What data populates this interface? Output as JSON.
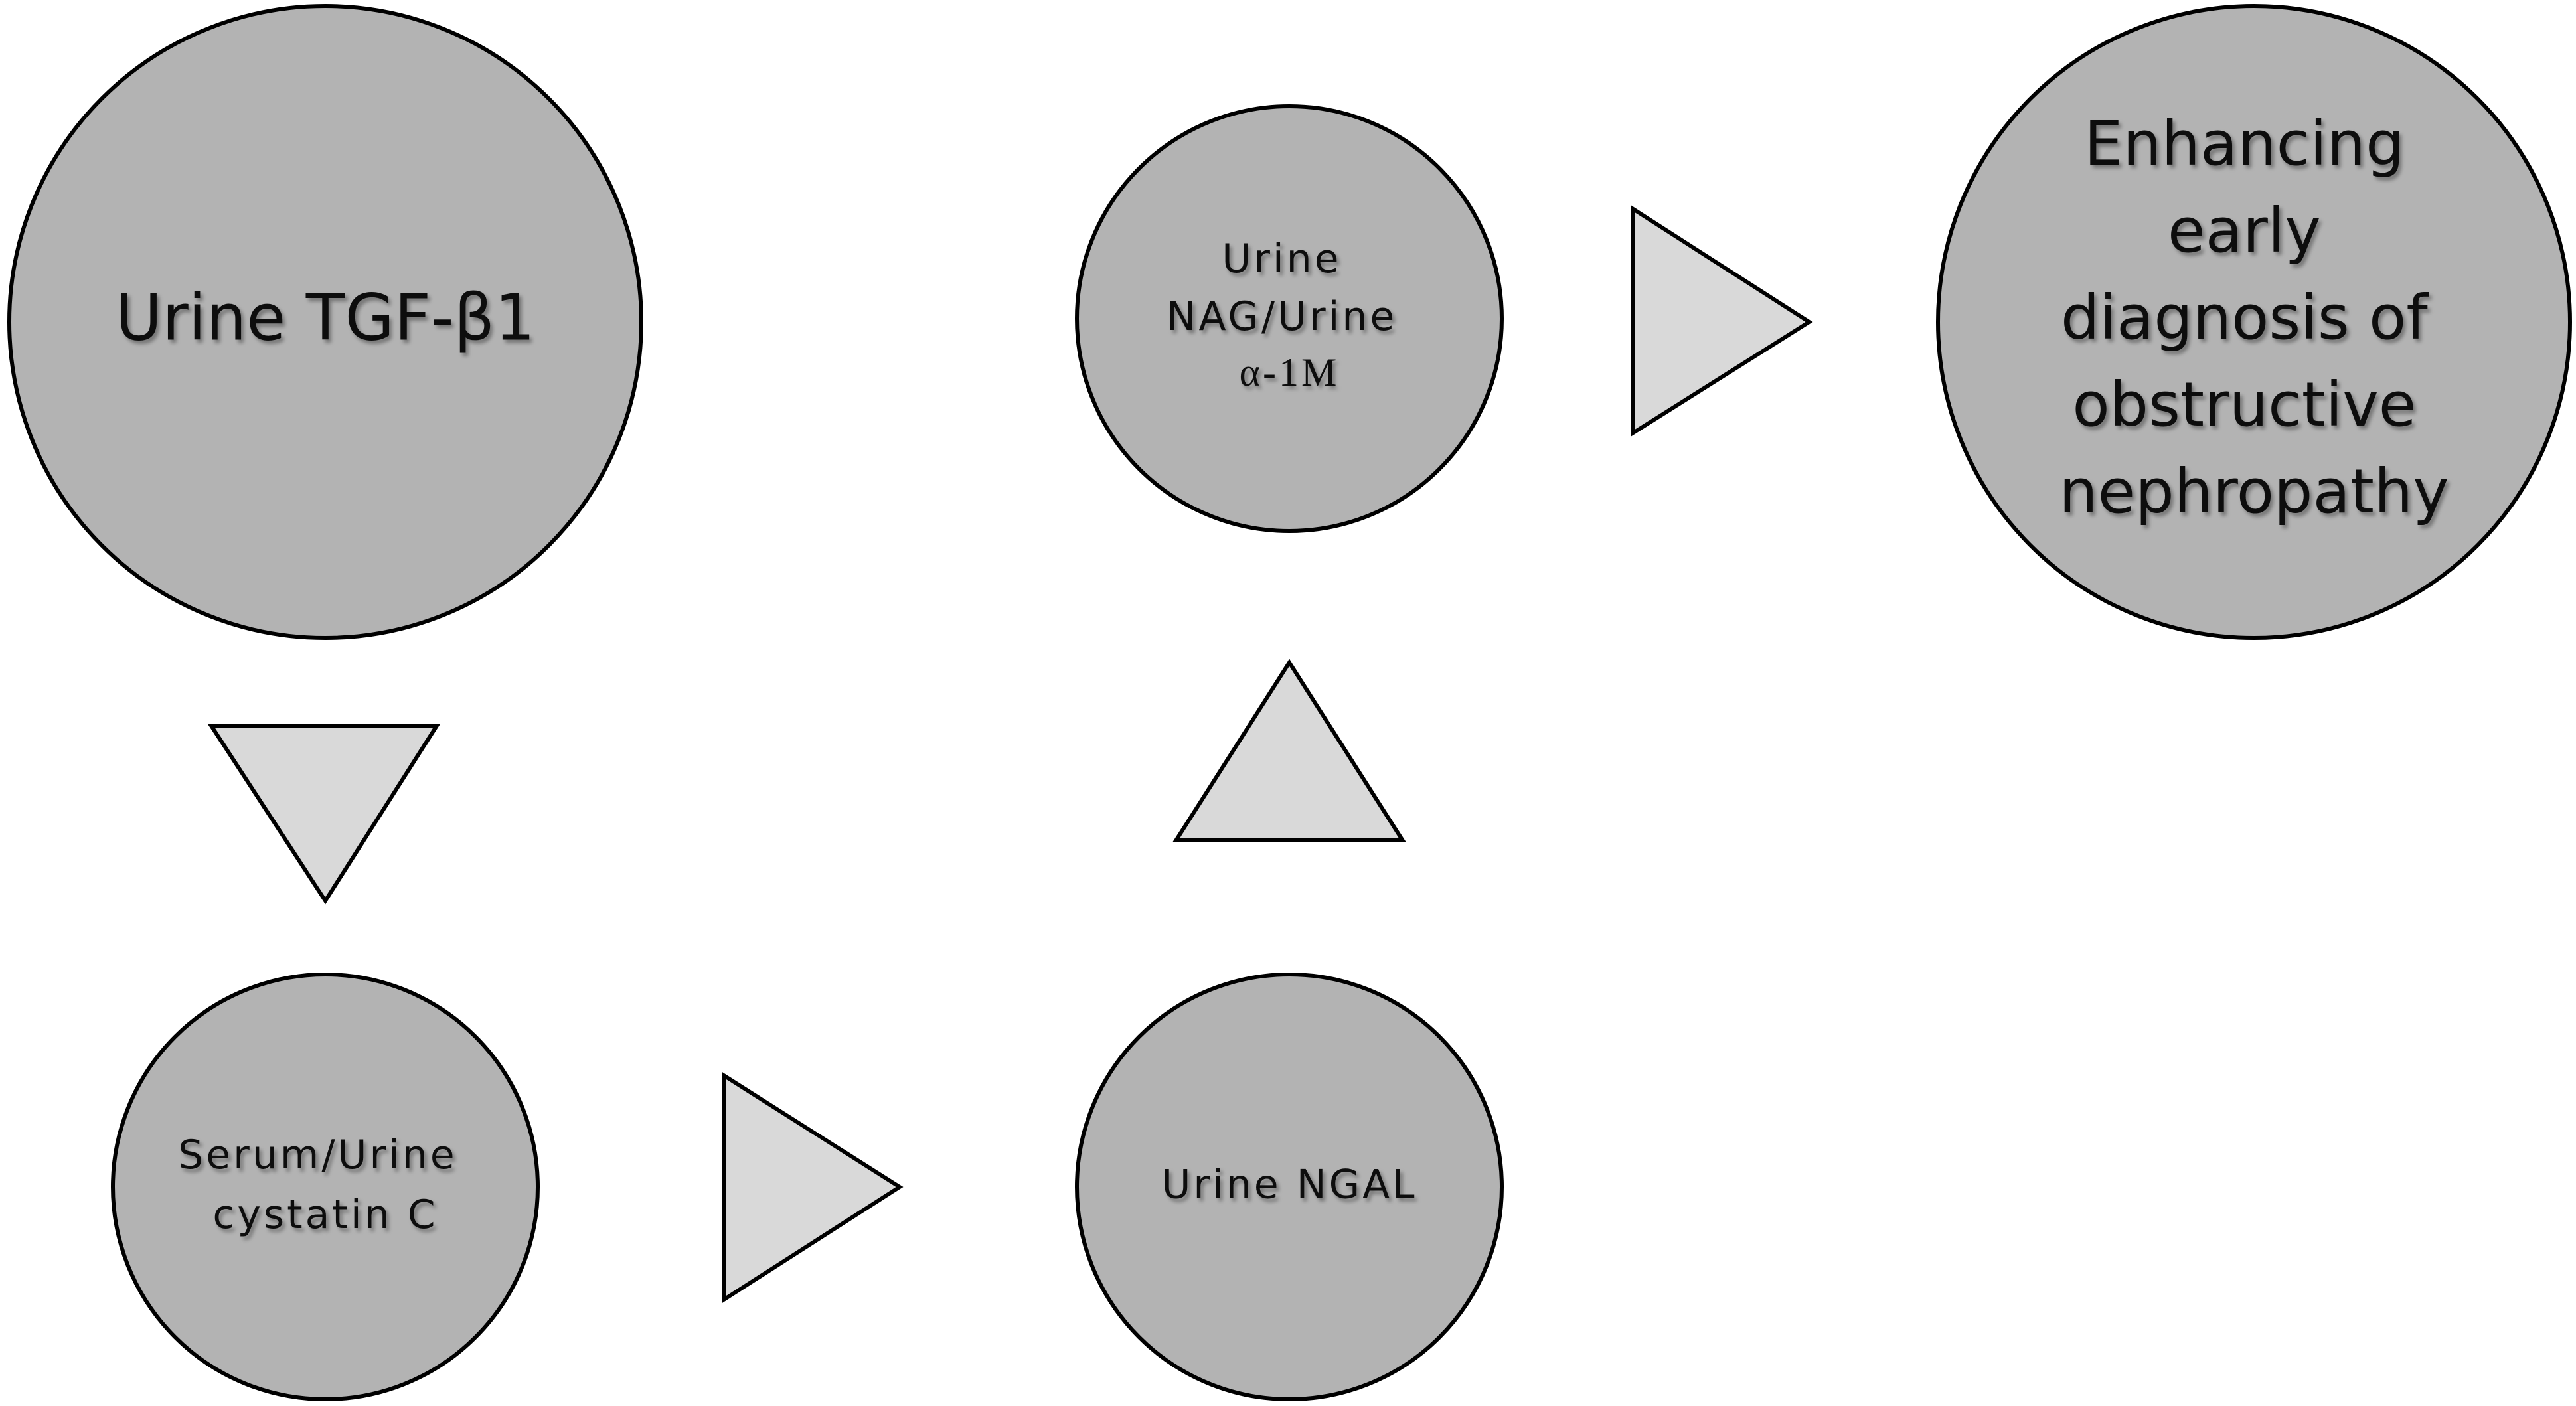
{
  "nodes": {
    "tgf": {
      "label": "Urine TGF-β1"
    },
    "cystatin": {
      "lines": [
        "Serum/Urine",
        "cystatin C"
      ]
    },
    "ngal": {
      "label": "Urine NGAL"
    },
    "nag": {
      "lines": [
        "Urine",
        "NAG/Urine",
        "α-1M"
      ]
    },
    "outcome": {
      "lines": [
        "Enhancing",
        "early",
        "diagnosis of",
        "obstructive",
        "nephropathy"
      ]
    }
  },
  "colors": {
    "node_fill": "#b3b3b3",
    "arrow_fill": "#d9d9d9",
    "stroke": "#000000"
  }
}
